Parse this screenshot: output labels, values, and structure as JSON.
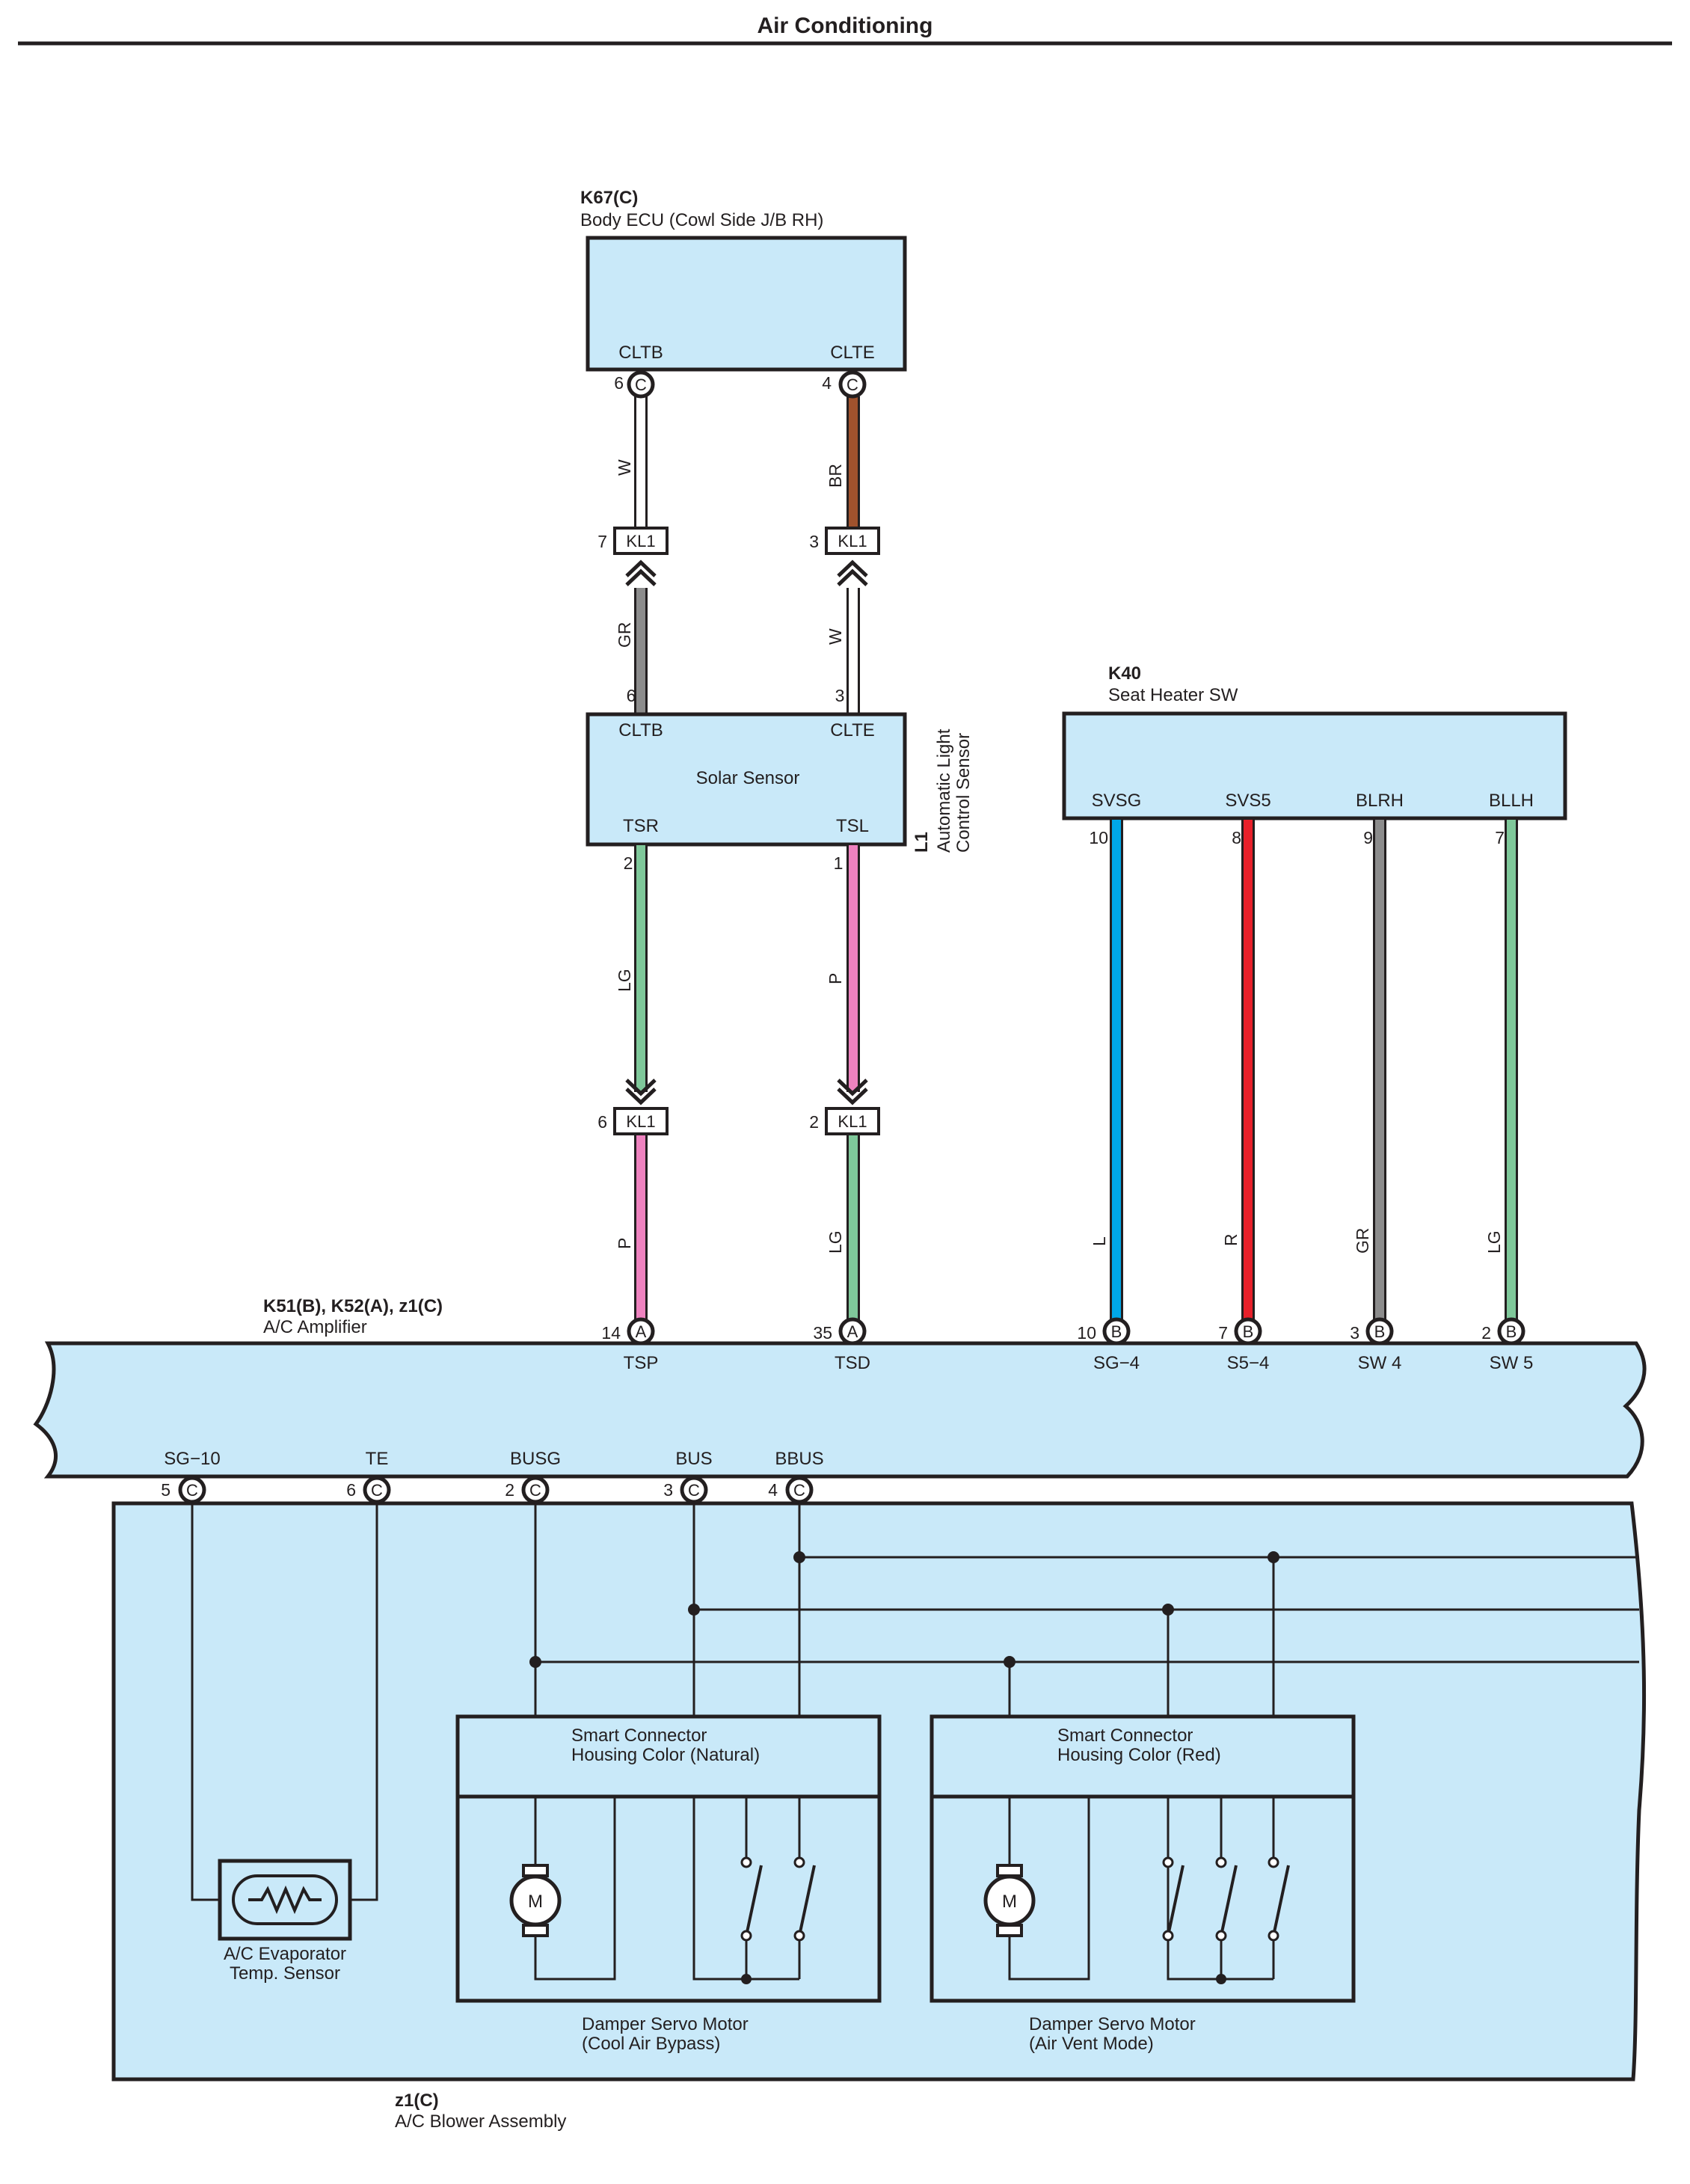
{
  "page": {
    "title": "Air Conditioning"
  },
  "components": {
    "body_ecu": {
      "code": "K67(C)",
      "name": "Body ECU (Cowl Side J/B RH)",
      "pins": [
        {
          "label": "CLTB",
          "number": "6",
          "connector": "C"
        },
        {
          "label": "CLTE",
          "number": "4",
          "connector": "C"
        }
      ]
    },
    "solar_sensor": {
      "code": "L1",
      "name_line1": "Automatic Light",
      "name_line2": "Control Sensor",
      "inner_label": "Solar Sensor",
      "top_pins": [
        {
          "label": "CLTB",
          "number": "6"
        },
        {
          "label": "CLTE",
          "number": "3"
        }
      ],
      "bottom_pins": [
        {
          "label": "TSR",
          "number": "2"
        },
        {
          "label": "TSL",
          "number": "1"
        }
      ]
    },
    "seat_heater_sw": {
      "code": "K40",
      "name": "Seat Heater SW",
      "pins": [
        {
          "label": "SVSG",
          "number": "10"
        },
        {
          "label": "SVS5",
          "number": "8"
        },
        {
          "label": "BLRH",
          "number": "9"
        },
        {
          "label": "BLLH",
          "number": "7"
        }
      ]
    },
    "ac_amplifier": {
      "code": "K51(B), K52(A), z1(C)",
      "name": "A/C Amplifier",
      "top_pins": [
        {
          "label": "TSP",
          "number": "14",
          "connector": "A"
        },
        {
          "label": "TSD",
          "number": "35",
          "connector": "A"
        },
        {
          "label": "SG−4",
          "number": "10",
          "connector": "B"
        },
        {
          "label": "S5−4",
          "number": "7",
          "connector": "B"
        },
        {
          "label": "SW 4",
          "number": "3",
          "connector": "B"
        },
        {
          "label": "SW 5",
          "number": "2",
          "connector": "B"
        }
      ],
      "bottom_pins": [
        {
          "label": "SG−10",
          "number": "5",
          "connector": "C"
        },
        {
          "label": "TE",
          "number": "6",
          "connector": "C"
        },
        {
          "label": "BUSG",
          "number": "2",
          "connector": "C"
        },
        {
          "label": "BUS",
          "number": "3",
          "connector": "C"
        },
        {
          "label": "BBUS",
          "number": "4",
          "connector": "C"
        }
      ]
    },
    "blower_assembly": {
      "code": "z1(C)",
      "name": "A/C Blower Assembly",
      "evap_sensor_line1": "A/C Evaporator",
      "evap_sensor_line2": "Temp.  Sensor",
      "servo_cool": {
        "header_line1": "Smart Connector",
        "header_line2": "Housing Color (Natural)",
        "caption_line1": "Damper Servo Motor",
        "caption_line2": "(Cool Air Bypass)",
        "motor": "M"
      },
      "servo_vent": {
        "header_line1": "Smart Connector",
        "header_line2": "Housing Color (Red)",
        "caption_line1": "Damper Servo Motor",
        "caption_line2": "(Air Vent Mode)",
        "motor": "M"
      }
    }
  },
  "connectors": {
    "kl1_1": {
      "label": "KL1",
      "number": "7"
    },
    "kl1_2": {
      "label": "KL1",
      "number": "3"
    },
    "kl1_3": {
      "label": "KL1",
      "number": "6"
    },
    "kl1_4": {
      "label": "KL1",
      "number": "2"
    }
  },
  "wires": {
    "ecu_cltb_kl1": {
      "code": "W",
      "color": "#ffffff"
    },
    "ecu_clte_kl1": {
      "code": "BR",
      "color": "#a0522d"
    },
    "kl1_solar_cltb": {
      "code": "GR",
      "color": "#8c8c8c"
    },
    "kl1_solar_clte": {
      "code": "W",
      "color": "#ffffff"
    },
    "solar_tsr_kl1": {
      "code": "LG",
      "color": "#7fc89a"
    },
    "solar_tsl_kl1": {
      "code": "P",
      "color": "#ee82bf"
    },
    "kl1_amp_tsp": {
      "code": "P",
      "color": "#ee82bf"
    },
    "kl1_amp_tsd": {
      "code": "LG",
      "color": "#7fc89a"
    },
    "seat_svsg": {
      "code": "L",
      "color": "#00a7e8"
    },
    "seat_svs5": {
      "code": "R",
      "color": "#e8202a"
    },
    "seat_blrh": {
      "code": "GR",
      "color": "#8c8c8c"
    },
    "seat_bllh": {
      "code": "LG",
      "color": "#7fc89a"
    }
  }
}
